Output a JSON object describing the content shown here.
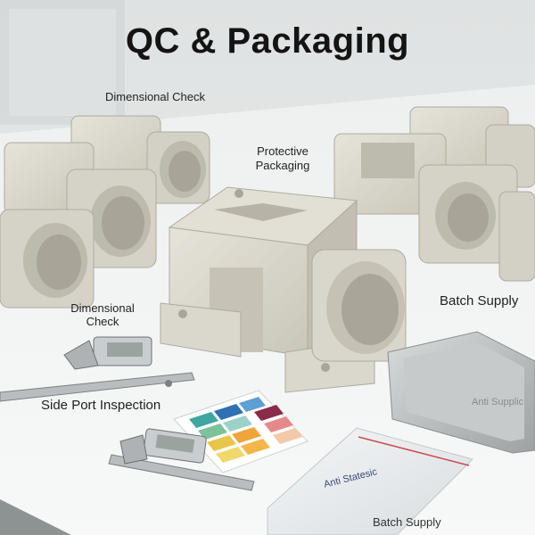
{
  "title": "QC & Packaging",
  "labels": {
    "dimensional_check_top": "Dimensional Check",
    "protective_packaging": "Protective\nPackaging",
    "batch_supply_right": "Batch Supply",
    "dimensional_check_left": "Dimensional\nCheck",
    "side_port_inspection": "Side Port Inspection",
    "anti_static_tray": "Anti Supplic",
    "anti_static_bag": "Anti Statesic",
    "batch_supply_bottom": "Batch Supply"
  },
  "colors": {
    "background": "#e9ebea",
    "table": "#f3f4f4",
    "part_body": "#d8d6ca",
    "part_shadow": "#aeab9e",
    "tray": "#b9bcbd"
  }
}
